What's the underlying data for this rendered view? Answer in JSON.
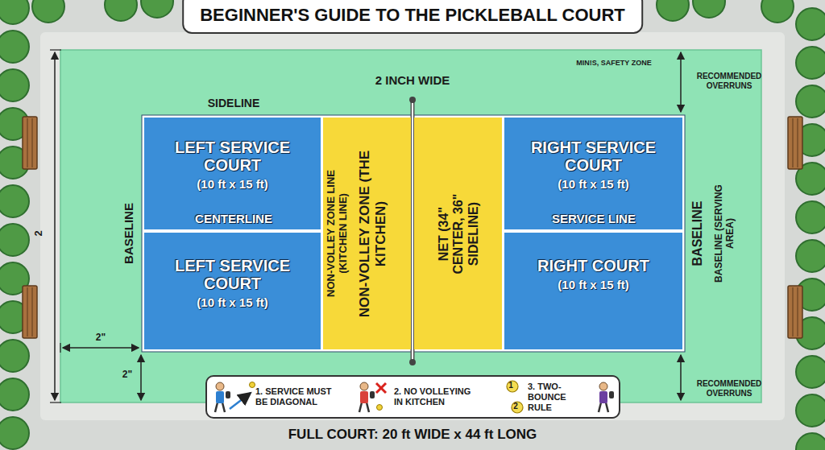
{
  "diagram": {
    "title": "BEGINNER'S GUIDE TO THE PICKLEBALL COURT",
    "caption": "FULL COURT: 20 ft WIDE x 44 ft LONG",
    "nodes": [
      {
        "text": [
          "LEFT SERVICE COURT",
          "(10 ft x 15 ft)"
        ]
      },
      {
        "text": [
          "LEFT SERVICE COURT",
          "(10 ft x 15 ft)"
        ]
      },
      {
        "text": [
          "NON-VOLLEY ZONE LINE (KITCHEN LINE)",
          "NON-VOLLEY ZONE (THE KITCHEN)"
        ]
      },
      {
        "text": [
          "NET (34\" CENTER, 36\" SIDELINE)"
        ]
      },
      {
        "text": [
          "RIGHT SERVICE COURT",
          "(10 ft x 15 ft)"
        ]
      },
      {
        "text": [
          "RIGHT COURT",
          "(10 ft x 15 ft)"
        ]
      },
      {
        "text": [
          "1. SERVICE MUST BE DIAGONAL",
          "2. NO VOLLEYING IN KITCHEN",
          "3. TWO-BOUNCE RULE"
        ]
      }
    ],
    "labels": [
      "2 INCH WIDE",
      "MIN!S, SAFETY ZONE",
      "RECOMMENDED OVERRUNS",
      "SIDELINE",
      "2",
      "BASELINE",
      "CENTERLINE",
      "SERVICE LINE",
      "BASELINE",
      "BASELINE (SERVING AREA)",
      "2\"",
      "2\"",
      "RECOMMENDED OVERRUNS",
      "1",
      "2"
    ]
  }
}
